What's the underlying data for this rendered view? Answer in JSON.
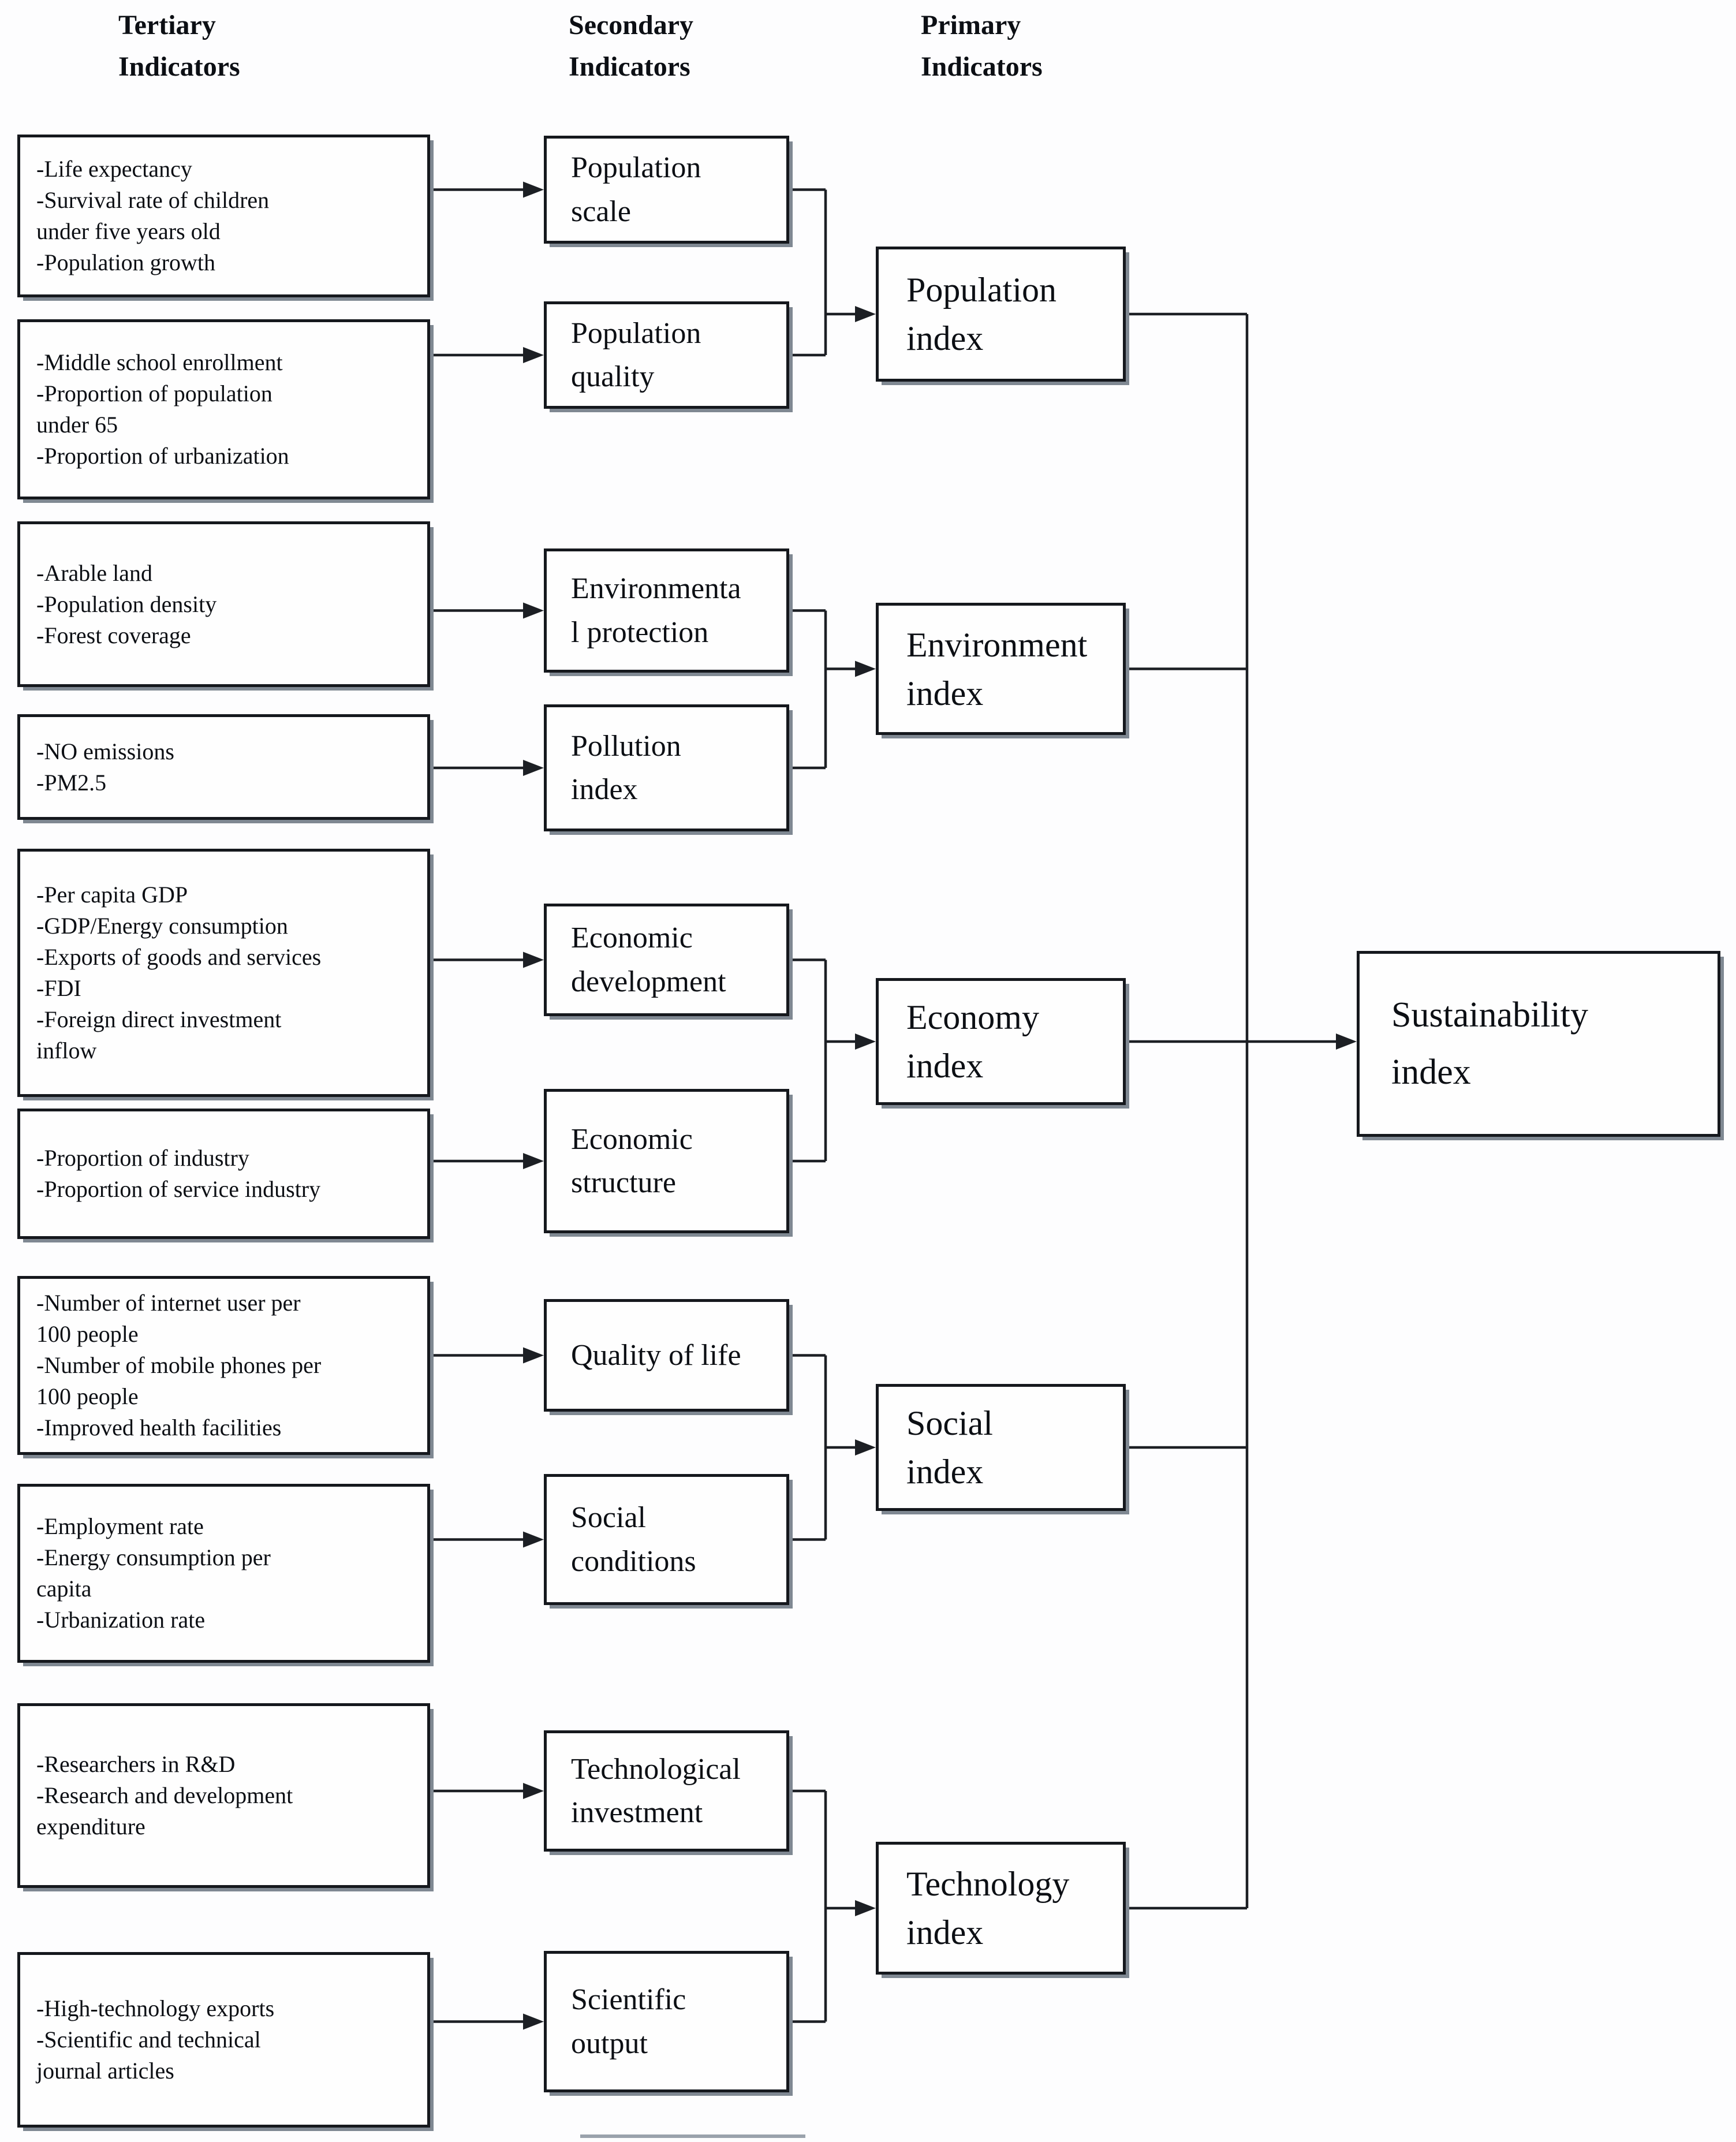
{
  "diagram": {
    "column_headers": [
      {
        "lines": [
          "Tertiary",
          "Indicators"
        ]
      },
      {
        "lines": [
          "Secondary",
          "Indicators"
        ]
      },
      {
        "lines": [
          "Primary",
          "Indicators"
        ]
      }
    ],
    "tertiary_boxes": [
      {
        "lines": [
          "-Life expectancy",
          "-Survival rate of children",
          "under five years old",
          "-Population growth"
        ]
      },
      {
        "lines": [
          "-Middle school enrollment",
          "-Proportion of population",
          "under 65",
          "-Proportion of urbanization"
        ]
      },
      {
        "lines": [
          "-Arable land",
          "-Population density",
          "-Forest coverage"
        ]
      },
      {
        "lines": [
          "-NO emissions",
          "-PM2.5"
        ]
      },
      {
        "lines": [
          "-Per capita GDP",
          "-GDP/Energy consumption",
          "-Exports of goods and services",
          "-FDI",
          "-Foreign direct investment",
          "inflow"
        ]
      },
      {
        "lines": [
          "-Proportion of industry",
          "-Proportion of service industry"
        ]
      },
      {
        "lines": [
          "-Number of internet user per",
          "100 people",
          "-Number of mobile phones per",
          "100 people",
          "-Improved health facilities"
        ]
      },
      {
        "lines": [
          "-Employment rate",
          "-Energy consumption per",
          "capita",
          "-Urbanization rate"
        ]
      },
      {
        "lines": [
          "-Researchers in R&D",
          "-Research and development",
          "expenditure"
        ]
      },
      {
        "lines": [
          "-High-technology exports",
          "-Scientific and technical",
          "journal articles"
        ]
      }
    ],
    "secondary_boxes": [
      {
        "lines": [
          "Population",
          "scale"
        ]
      },
      {
        "lines": [
          "Population",
          "quality"
        ]
      },
      {
        "lines": [
          "Environmenta",
          "l protection"
        ]
      },
      {
        "lines": [
          "Pollution",
          "index"
        ]
      },
      {
        "lines": [
          "Economic",
          "development"
        ]
      },
      {
        "lines": [
          "Economic",
          "structure"
        ]
      },
      {
        "lines": [
          "Quality of life"
        ]
      },
      {
        "lines": [
          "Social",
          "conditions"
        ]
      },
      {
        "lines": [
          "Technological",
          "investment"
        ]
      },
      {
        "lines": [
          "Scientific",
          "output"
        ]
      }
    ],
    "primary_boxes": [
      {
        "lines": [
          "Population",
          "index"
        ]
      },
      {
        "lines": [
          "Environment",
          "index"
        ]
      },
      {
        "lines": [
          "Economy",
          "index"
        ]
      },
      {
        "lines": [
          "Social",
          "index"
        ]
      },
      {
        "lines": [
          "Technology",
          "index"
        ]
      }
    ],
    "final_box": {
      "lines": [
        "Sustainability",
        "index"
      ]
    }
  },
  "colors": {
    "background": "#fdfdfe",
    "box_fill": "#fefefe",
    "box_border": "#15181d",
    "box_shadow": "#7f8892",
    "connector_line": "#1c1f24",
    "text": "#0c0f14",
    "artifact_line": "#9aa2ac"
  }
}
